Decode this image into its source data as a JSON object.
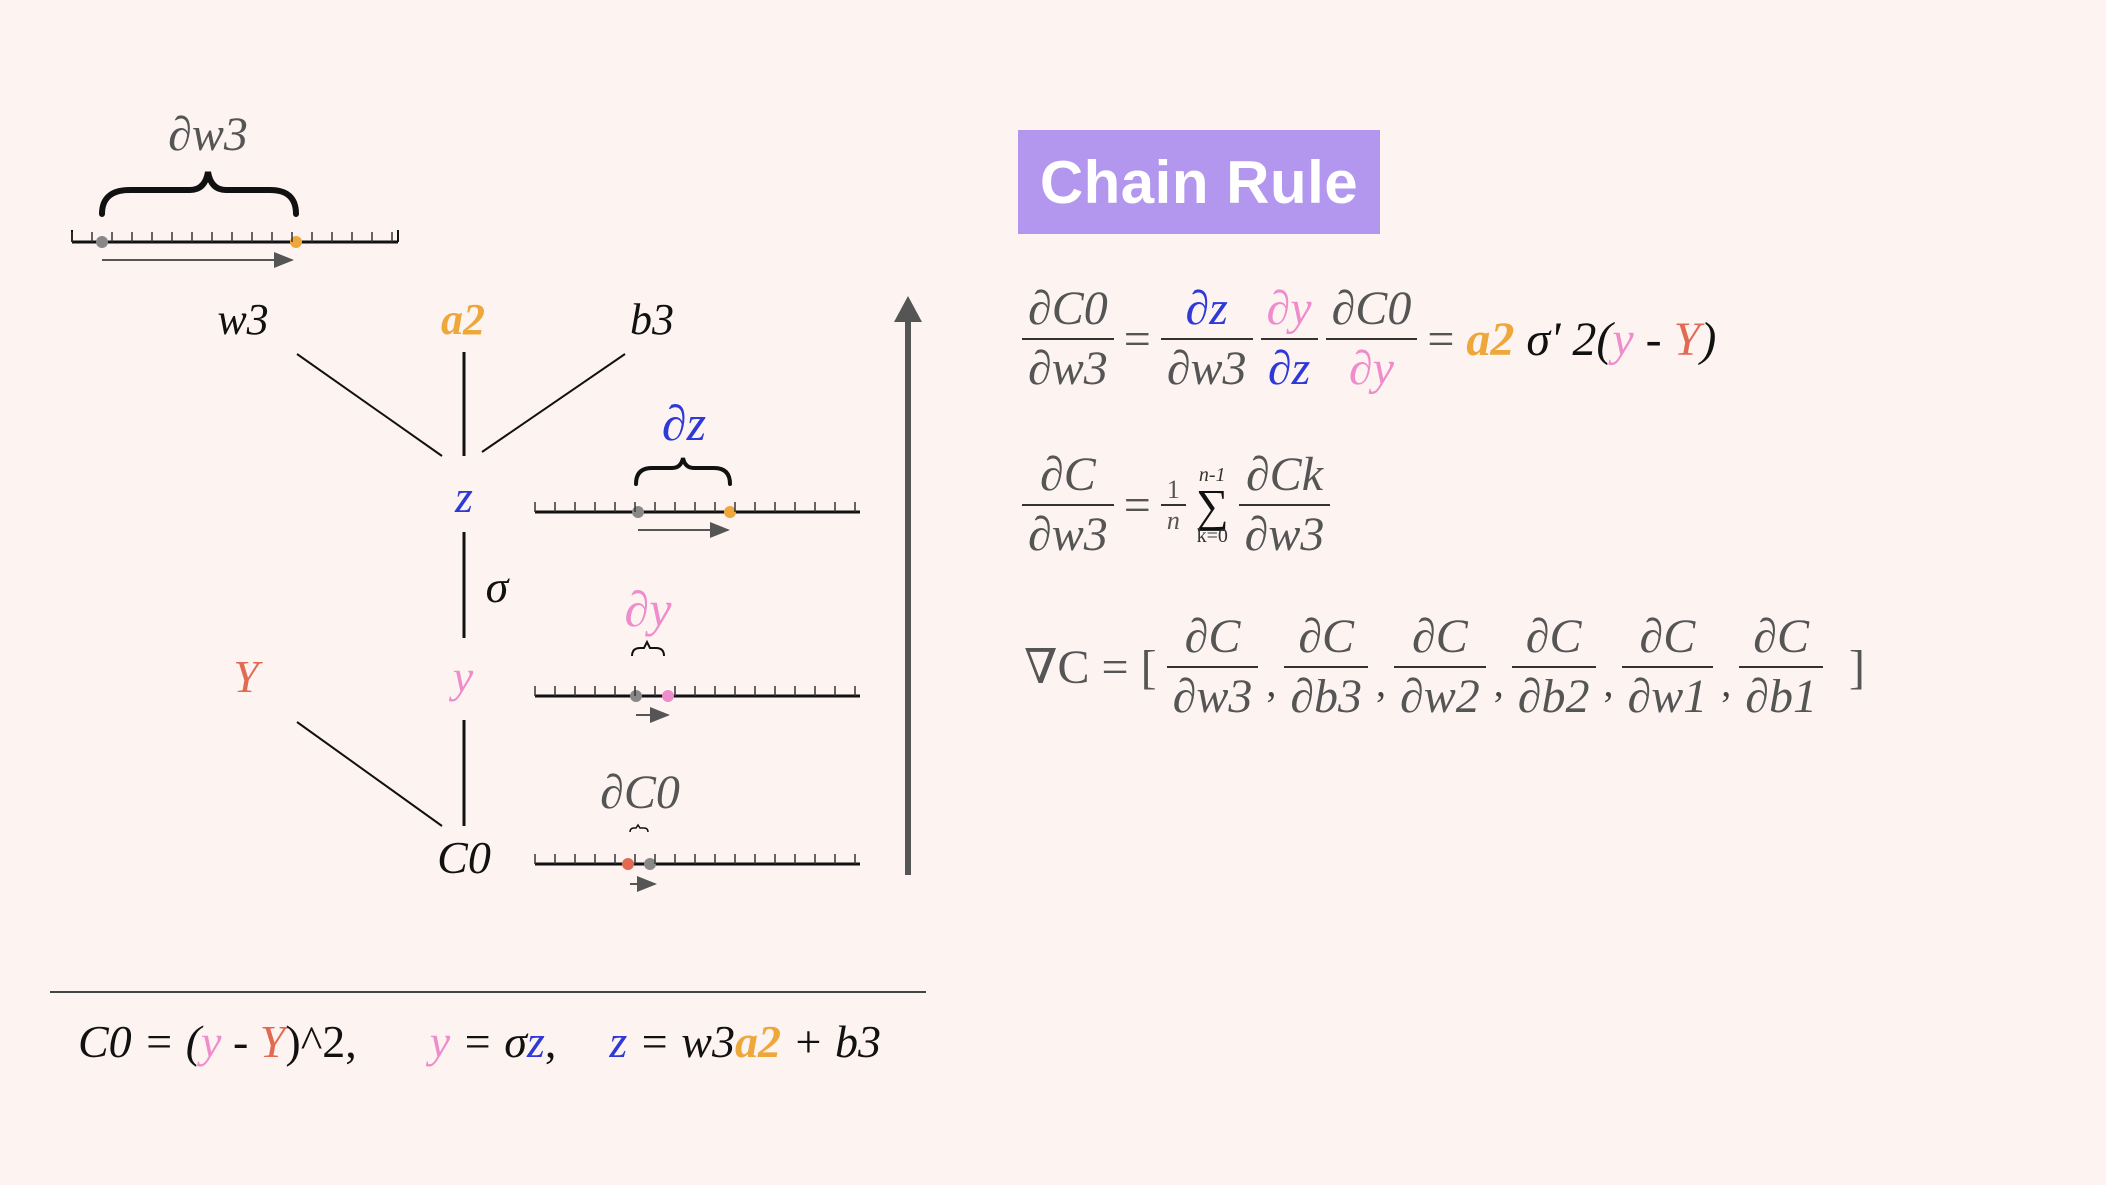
{
  "colors": {
    "background": "#fdf4f2",
    "title_bg": "#b397ef",
    "blue": "#2f39d8",
    "pink": "#ee8ccc",
    "orange": "#eda73a",
    "red": "#e26a52",
    "gray": "#555555"
  },
  "title": "Chain Rule",
  "nodes": {
    "w3": "w3",
    "a2": "a2",
    "b3": "b3",
    "z": "z",
    "sigma": "σ",
    "y": "y",
    "Y": "Y",
    "C0": "C0"
  },
  "deltas": {
    "dw3": "∂w3",
    "dz": "∂z",
    "dy": "∂y",
    "dC0": "∂C0"
  },
  "equation1": {
    "lhs_num": "∂C0",
    "lhs_den": "∂w3",
    "eq1": "=",
    "f1_num": "∂z",
    "f1_den": "∂w3",
    "f2_num": "∂y",
    "f2_den": "∂z",
    "f3_num": "∂C0",
    "f3_den": "∂y",
    "eq2": "=",
    "a2": "a2",
    "sigma_prime": "σ' 2(",
    "y": "y",
    "minus": " - ",
    "Y": "Y",
    "close": ")"
  },
  "equation2": {
    "lhs_num": "∂C",
    "lhs_den": "∂w3",
    "eq": "=",
    "one": "1",
    "n": "n",
    "sum_top": "n-1",
    "sum_symbol": "∑",
    "sum_bottom": "k=0",
    "rhs_num": "∂Ck",
    "rhs_den": "∂w3"
  },
  "gradient": {
    "prefix": "∇C = [",
    "terms": [
      {
        "num": "∂C",
        "den": "∂w3"
      },
      {
        "num": "∂C",
        "den": "∂b3"
      },
      {
        "num": "∂C",
        "den": "∂w2"
      },
      {
        "num": "∂C",
        "den": "∂b2"
      },
      {
        "num": "∂C",
        "den": "∂w1"
      },
      {
        "num": "∂C",
        "den": "∂b1"
      }
    ],
    "comma": ",",
    "suffix": "]"
  },
  "bottom": {
    "c0": "C0",
    "eq1": " = (",
    "y1": "y",
    "minus": " - ",
    "Y": "Y",
    "pow": ")^2,",
    "y2": "y",
    "eq2": " = σ",
    "z1": "z",
    "comma": ",",
    "z2": "z",
    "eq3": " = w3",
    "a2": "a2",
    "plus": " + b3"
  }
}
